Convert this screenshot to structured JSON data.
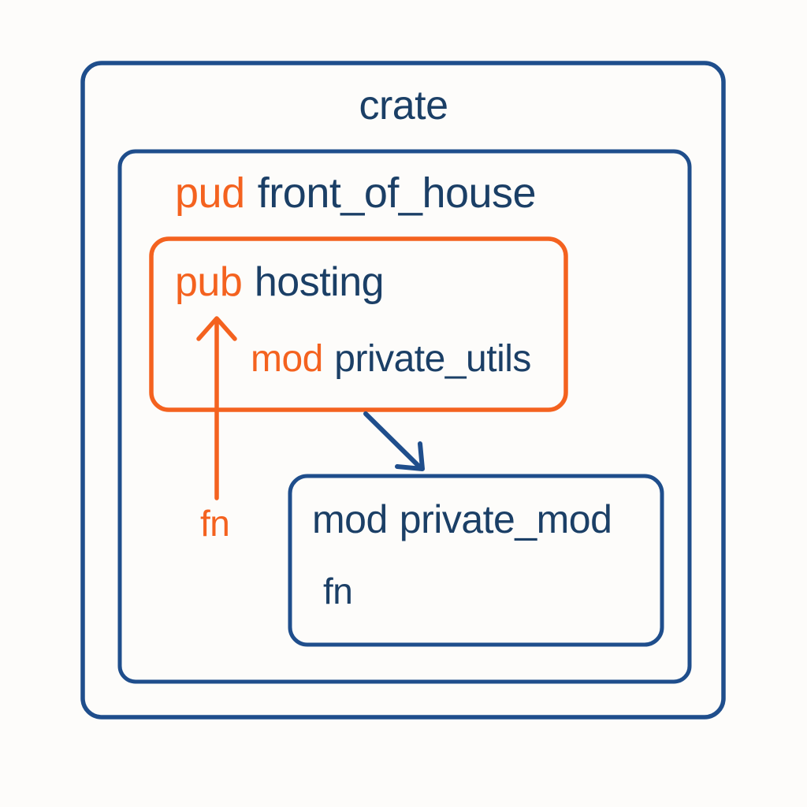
{
  "diagram": {
    "title": "crate",
    "background_color": "#fdfcfa",
    "colors": {
      "blue": "#1f4e8c",
      "dark_blue_text": "#1b3f66",
      "orange": "#f4621f"
    },
    "outer_frame": {
      "label": "outer-frame",
      "stroke": "#1f4e8c"
    },
    "crate_box": {
      "label": "crate",
      "stroke": "#1f4e8c"
    },
    "front_of_house": {
      "keyword": "pud",
      "name": "front_of_house"
    },
    "hosting_box": {
      "stroke": "#f4621f",
      "keyword": "pub",
      "name": "hosting",
      "child": {
        "keyword": "mod",
        "name": "private_utils"
      },
      "fn_label": "fn"
    },
    "private_mod_box": {
      "stroke": "#1f4e8c",
      "keyword": "mod",
      "name": "private_mod",
      "fn_label": "fn"
    },
    "arrows": [
      {
        "name": "orange-up-arrow",
        "color": "#f4621f",
        "from": "fn",
        "to": "pub hosting"
      },
      {
        "name": "blue-diagonal-arrow",
        "color": "#1f4e8c",
        "from": "hosting box",
        "to": "private_mod box"
      }
    ]
  }
}
